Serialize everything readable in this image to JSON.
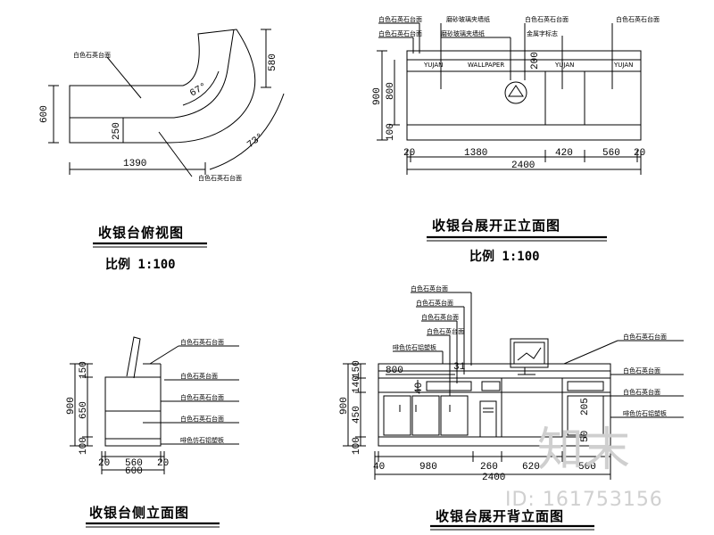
{
  "views": {
    "top": {
      "title": "收银台俯视图",
      "scale": "比例  1:100",
      "dims": [
        "600",
        "580",
        "250",
        "1390",
        "67°",
        "73°"
      ],
      "notes": [
        "白色石英台面",
        "白色石英石台面"
      ]
    },
    "front": {
      "title": "收银台展开正立面图",
      "scale": "比例  1:100",
      "dims_v": [
        "900",
        "800",
        "100",
        "200"
      ],
      "dims_h": [
        "20",
        "1380",
        "420",
        "560",
        "20"
      ],
      "total": "2400",
      "panel_text": [
        "YUJAN",
        "WALLPAPER",
        "YUJAN",
        "YUJAN"
      ],
      "notes": [
        "白色石英石台面",
        "白色石英石台面",
        "磨砂玻璃夹墙纸",
        "磨砂玻璃夹墙纸",
        "金属字标志",
        "白色石英石台面",
        "白色石英石台面"
      ]
    },
    "side": {
      "title": "收银台侧立面图",
      "dims_v": [
        "150",
        "650",
        "100"
      ],
      "total_v": "900",
      "dims_h": [
        "20",
        "560",
        "20"
      ],
      "total_h": "600",
      "notes": [
        "白色石英石台面",
        "白色石英台面",
        "白色石英石台面",
        "白色石英石台面",
        "啡色仿石铝塑板"
      ]
    },
    "back": {
      "title": "收银台展开背立面图",
      "dims_v": [
        "150",
        "140",
        "450",
        "100"
      ],
      "total_v": "900",
      "dims_h": [
        "40",
        "980",
        "260",
        "620",
        "500"
      ],
      "total_h": "2400",
      "inner_dims": [
        "800",
        "40",
        "205",
        "50"
      ],
      "notes": [
        "白色石英台面",
        "白色石英台面",
        "白色石英台面",
        "白色石英台面",
        "啡色仿石铝塑板",
        "白色石英石台面",
        "白色石英台面",
        "白色石英台面",
        "啡色仿石铝塑板"
      ]
    }
  },
  "watermark": {
    "brand": "知末",
    "id": "ID: 161753156"
  }
}
